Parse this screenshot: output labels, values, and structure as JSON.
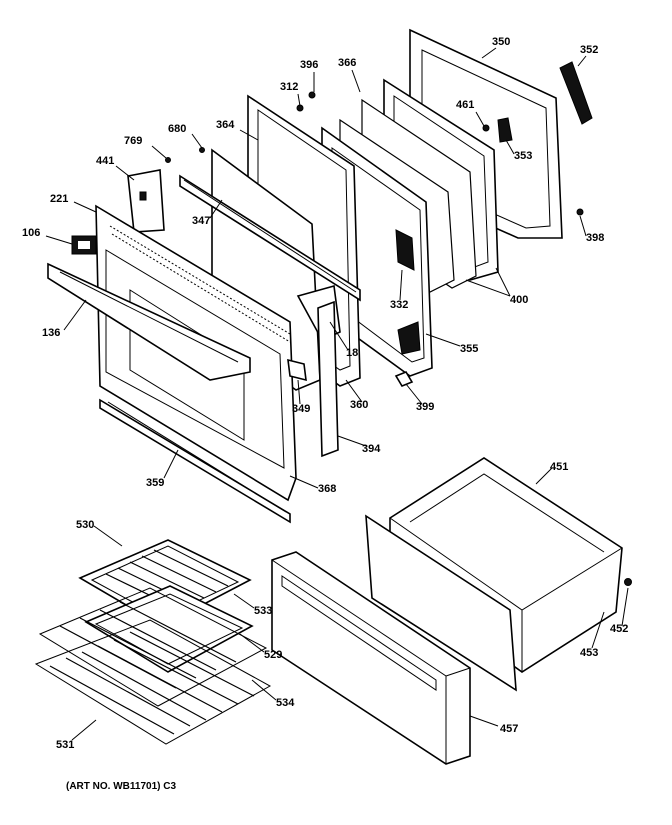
{
  "callouts": {
    "c350": "350",
    "c352": "352",
    "c396": "396",
    "c366": "366",
    "c312": "312",
    "c461": "461",
    "c353": "353",
    "c364": "364",
    "c680": "680",
    "c769": "769",
    "c441": "441",
    "c221": "221",
    "c106": "106",
    "c347": "347",
    "c398": "398",
    "c400": "400",
    "c332": "332",
    "c136": "136",
    "c18": "18",
    "c355": "355",
    "c349": "349",
    "c360": "360",
    "c399": "399",
    "c394": "394",
    "c359": "359",
    "c368": "368",
    "c451": "451",
    "c530": "530",
    "c533": "533",
    "c529": "529",
    "c452": "452",
    "c453": "453",
    "c534": "534",
    "c457": "457",
    "c531": "531"
  },
  "footer": {
    "art_number": "(ART NO. WB11701) C3"
  }
}
